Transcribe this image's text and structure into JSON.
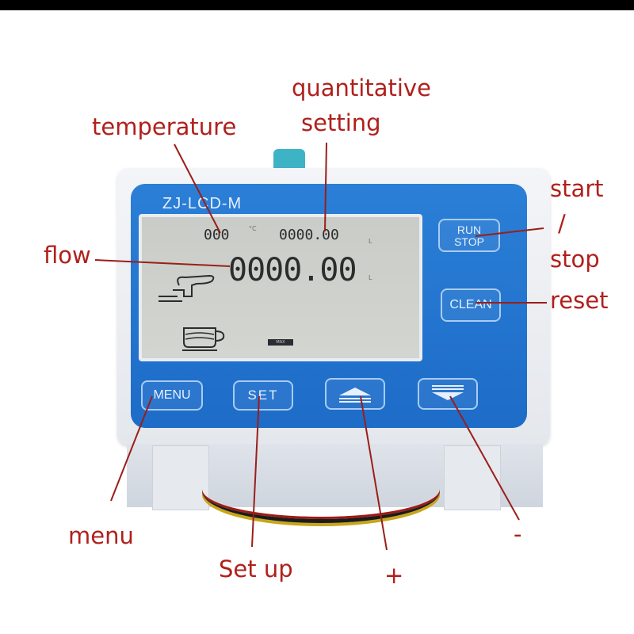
{
  "device": {
    "model": "ZJ-LCD-M",
    "lcd": {
      "temperature": "000",
      "temperature_unit": "°C",
      "quantitative": "0000.00",
      "quantitative_unit": "L",
      "flow": "0000.00",
      "flow_unit": "L",
      "max_badge": "MAX"
    },
    "buttons": {
      "run_stop_line1": "RUN",
      "run_stop_line2": "STOP",
      "clean": "CLEAN",
      "menu": "MENU",
      "set": "SET",
      "up": "up-arrow-icon",
      "down": "down-arrow-icon"
    }
  },
  "annotations": {
    "quantitative_line1": "quantitative",
    "quantitative_line2": "setting",
    "temperature": "temperature",
    "flow": "flow",
    "start": "start",
    "slash": "/",
    "stop": "stop",
    "reset": "reset",
    "menu": "menu",
    "set_up": "Set up",
    "plus": "+",
    "minus": "-"
  },
  "colors": {
    "annotation": "#b0201c",
    "panel": "#1f6fcb",
    "lcd": "#cdd0cb"
  }
}
